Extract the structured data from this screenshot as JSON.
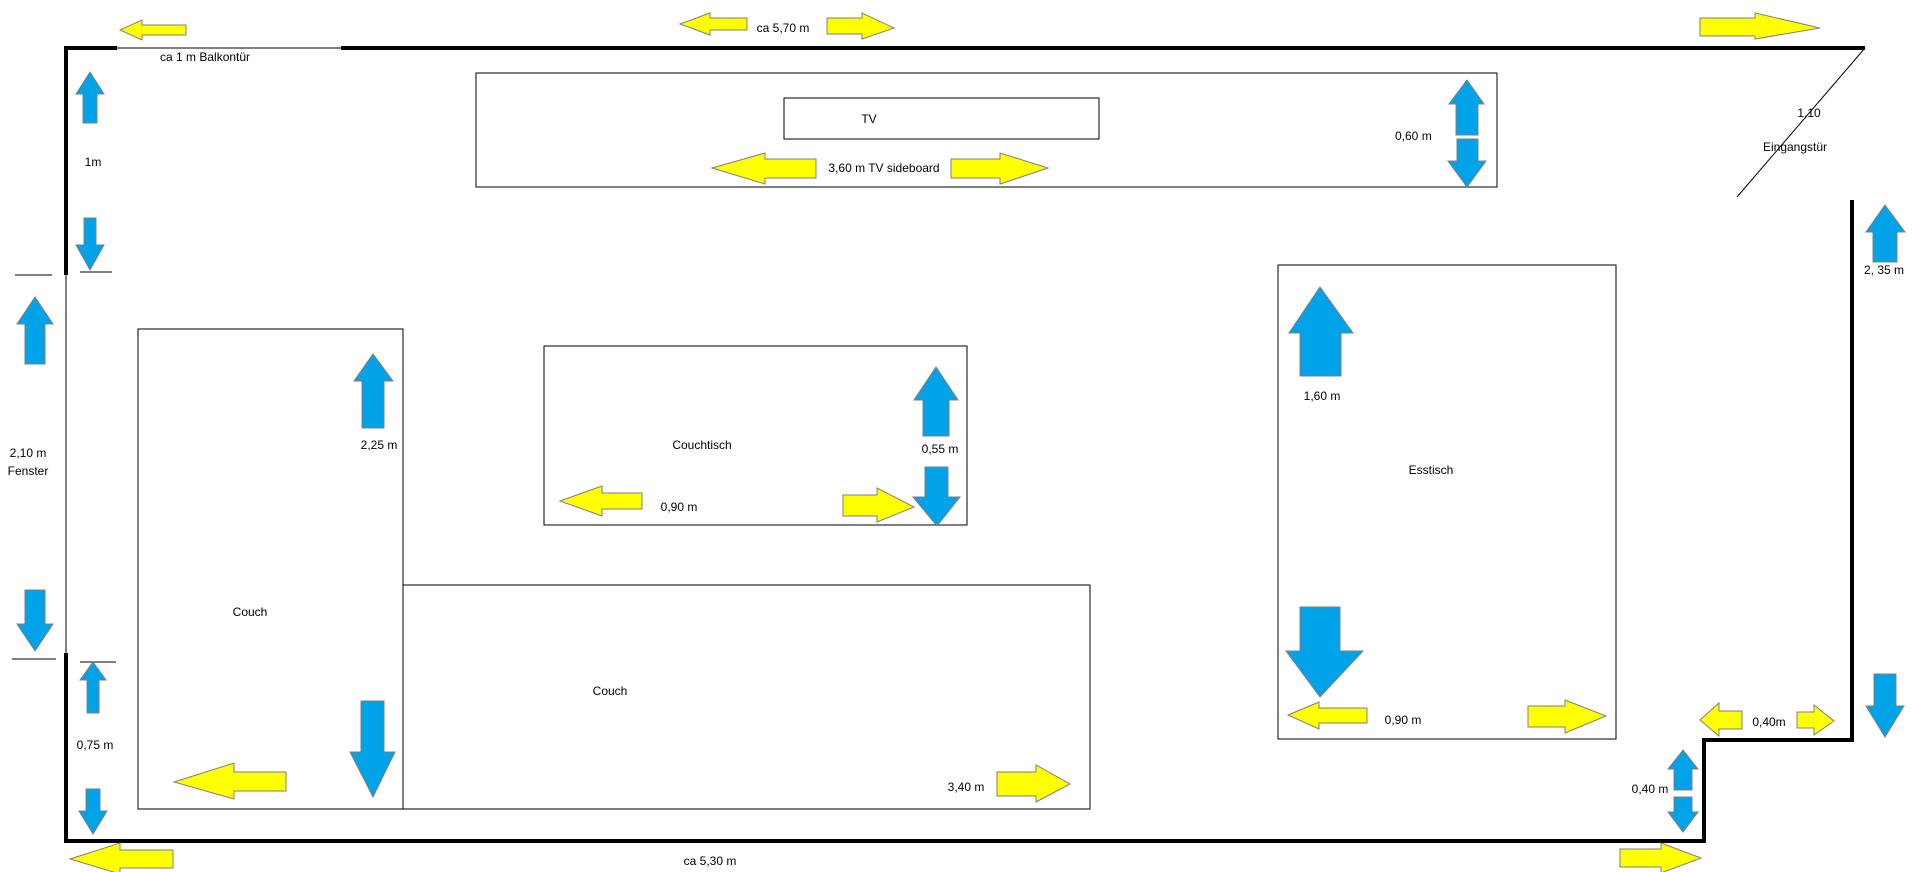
{
  "labels": {
    "top_width": "ca 5,70 m",
    "balcony_door": "ca 1 m Balkontür",
    "tv": "TV",
    "tv_sideboard_width": "3,60 m  TV sideboard",
    "sideboard_depth": "0,60 m",
    "entrance_width": "1,10",
    "entrance_door": "Eingangstür",
    "right_wall": "2, 35 m",
    "left_wall_top": "1m",
    "window_size": "2,10 m",
    "window": "Fenster",
    "left_wall_bottom": "0,75 m",
    "couch_length": "2,25 m",
    "couch_1": "Couch",
    "coffee_table": "Couchtisch",
    "coffee_table_depth": "0,55 m",
    "coffee_table_width": "0,90 m",
    "couch_2": "Couch",
    "couch_2_length": "3,40 m",
    "dining_table": "Esstisch",
    "dining_table_length": "1,60 m",
    "dining_table_width": "0,90 m",
    "niche_width": "0,40m",
    "niche_depth": "0,40 m",
    "bottom_width": "ca 5,30 m"
  },
  "colors": {
    "wall": "#000000",
    "furniture_outline": "#000000",
    "arrow_vertical": "#00a2e8",
    "arrow_horizontal": "#ffff00",
    "arrow_outline": "#7f7f7f"
  }
}
